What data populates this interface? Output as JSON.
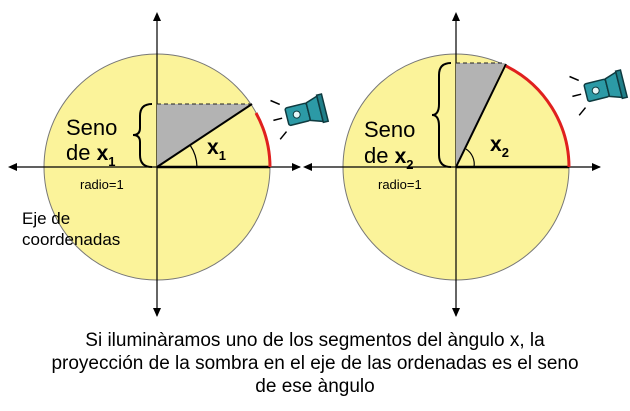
{
  "panels": [
    {
      "seno_word": "Seno",
      "de_word": "de",
      "var_letter": "x",
      "var_sub": "1",
      "angle_letter": "x",
      "angle_sub": "1",
      "radius_label": "radio=1",
      "angle_deg": 29
    },
    {
      "seno_word": "Seno",
      "de_word": "de",
      "var_letter": "x",
      "var_sub": "2",
      "angle_letter": "x",
      "angle_sub": "2",
      "radius_label": "radio=1",
      "angle_deg": 60
    }
  ],
  "axis_caption_line1": "Eje de",
  "axis_caption_line2": "coordenadas",
  "caption_line1": "Si iluminàramos uno de los segmentos del àngulo x, la",
  "caption_line2": "proyección de la sombra en el eje de las ordenadas es el seno",
  "caption_line3": "de ese àngulo",
  "colors": {
    "circle_fill": "#fbf39a",
    "shadow_fill": "#b3b3b3",
    "arc_highlight": "#e0201e",
    "flashlight_body": "#2c9aa6"
  },
  "icons": [
    "flashlight-icon",
    "flashlight-icon",
    "brace-icon",
    "angle-arc-icon"
  ]
}
